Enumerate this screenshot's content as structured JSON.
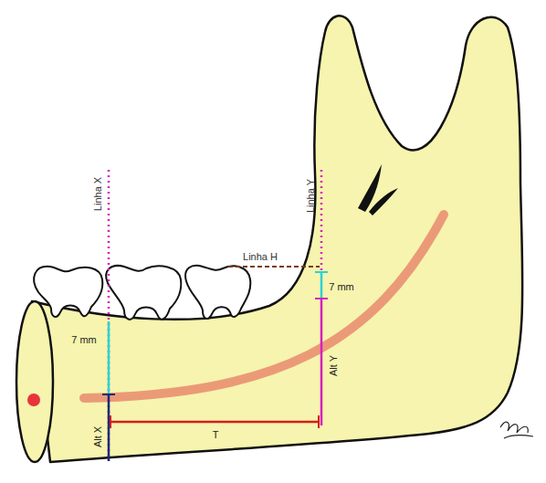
{
  "diagram": {
    "labels": [
      "Linha X",
      "Linha Y",
      "Linha H",
      "7 mm",
      "7 mm",
      "Alt X",
      "Alt Y",
      "T"
    ]
  }
}
